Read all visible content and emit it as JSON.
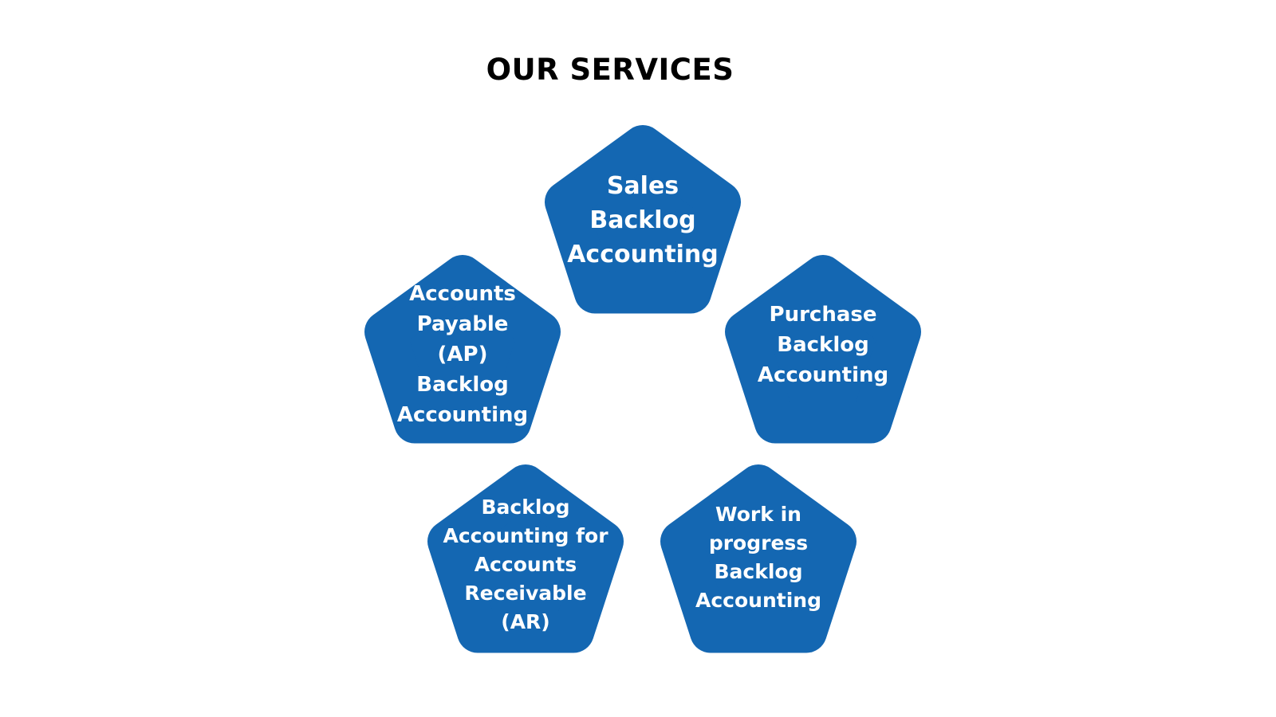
{
  "title": "OUR SERVICES",
  "colors": {
    "shape_fill": "#1467B2",
    "label_text": "#FFFFFF",
    "title_text": "#000000"
  },
  "services": [
    {
      "id": "sales",
      "lines": [
        "Sales",
        "Backlog",
        "Accounting"
      ]
    },
    {
      "id": "purchase",
      "lines": [
        "Purchase",
        "Backlog",
        "Accounting"
      ]
    },
    {
      "id": "wip",
      "lines": [
        "Work in",
        "progress",
        "Backlog",
        "Accounting"
      ]
    },
    {
      "id": "ar",
      "lines": [
        "Backlog",
        "Accounting for",
        "Accounts",
        "Receivable",
        "(AR)"
      ]
    },
    {
      "id": "ap",
      "lines": [
        "Accounts",
        "Payable",
        "(AP)",
        "Backlog",
        "Accounting"
      ]
    }
  ]
}
